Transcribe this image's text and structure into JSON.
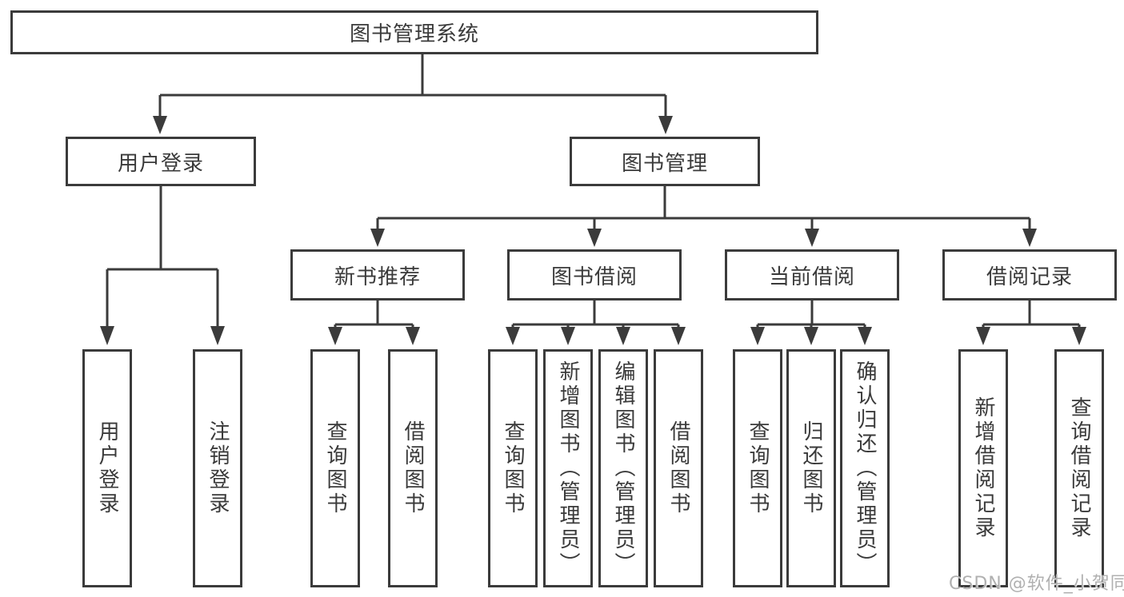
{
  "root": {
    "label": "图书管理系统"
  },
  "branches": [
    {
      "label": "用户登录",
      "children": [
        {
          "label": "用户登录"
        },
        {
          "label": "注销登录"
        }
      ]
    },
    {
      "label": "图书管理",
      "children": [
        {
          "label": "新书推荐",
          "children": [
            {
              "label": "查询图书"
            },
            {
              "label": "借阅图书"
            }
          ]
        },
        {
          "label": "图书借阅",
          "children": [
            {
              "label": "查询图书"
            },
            {
              "label": "新增图书（管理员）"
            },
            {
              "label": "编辑图书（管理员）"
            },
            {
              "label": "借阅图书"
            }
          ]
        },
        {
          "label": "当前借阅",
          "children": [
            {
              "label": "查询图书"
            },
            {
              "label": "归还图书"
            },
            {
              "label": "确认归还（管理员）"
            }
          ]
        },
        {
          "label": "借阅记录",
          "children": [
            {
              "label": "新增借阅记录"
            },
            {
              "label": "查询借阅记录"
            }
          ]
        }
      ]
    }
  ],
  "watermark": {
    "text": "CSDN @软件_小贺同学"
  },
  "colors": {
    "line": "#3b3b3b",
    "box_background": "#ffffff",
    "watermark": "#b0b0b0"
  }
}
